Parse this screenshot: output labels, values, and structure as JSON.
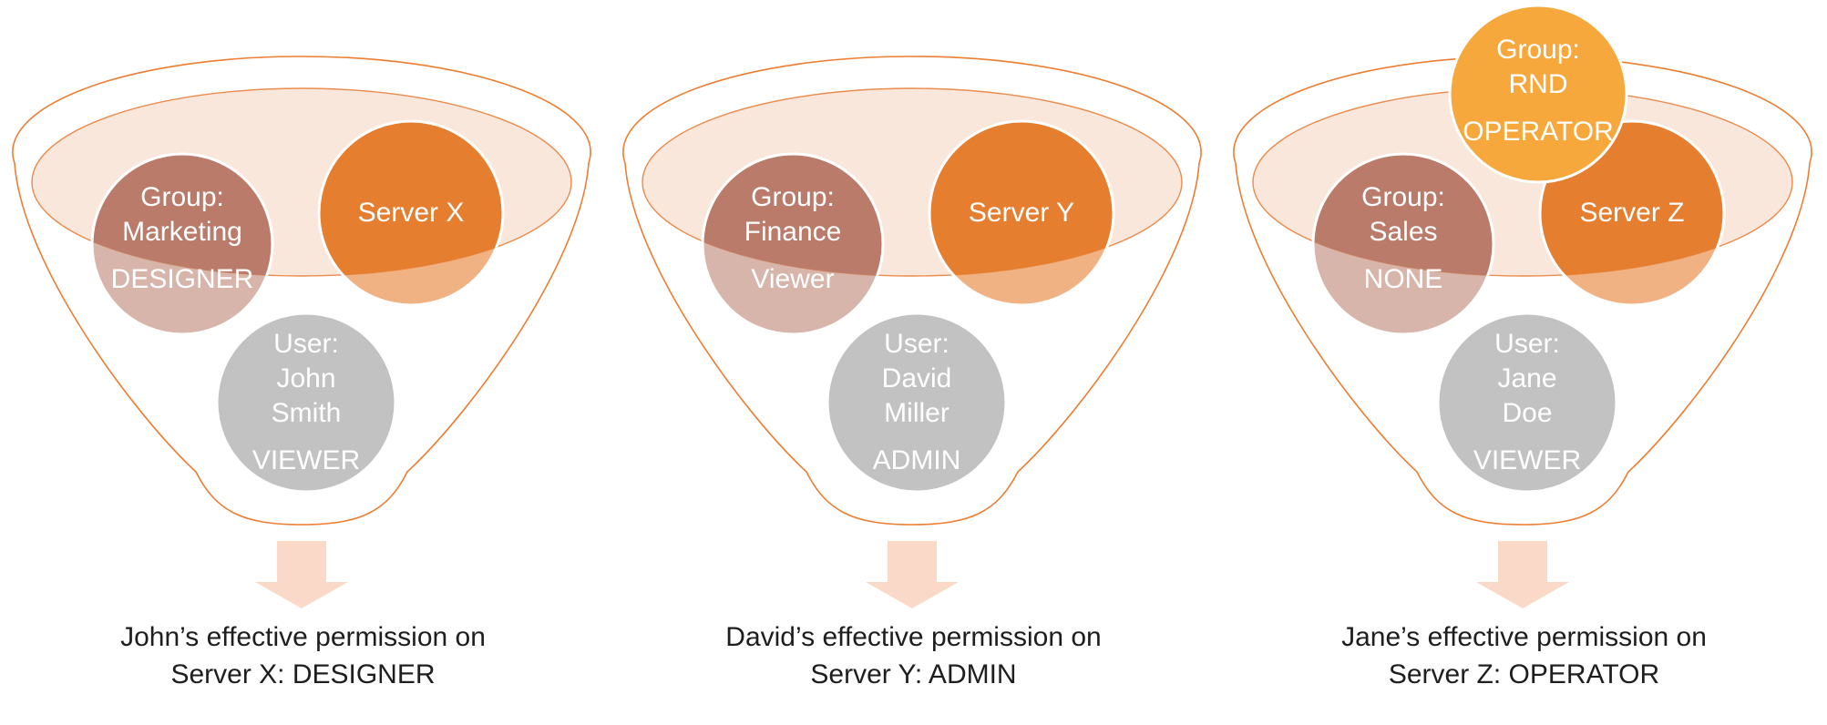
{
  "page": {
    "background": "#FFFFFF",
    "description_colors": {
      "funnel_outline": "#ED7D31",
      "liquid_outline": "#EA8C4D",
      "liquid_fill": "#FAE7DB",
      "group_circle": "#BA7B6A",
      "server_circle": "#E67E30",
      "user_circle": "#C2C2C2",
      "extra_group_circle": "#F6A83D",
      "arrow_fill": "#FAD9C8",
      "caption_text": "#1E1E1E",
      "circle_text": "#FFFFFF"
    }
  },
  "colors": {
    "funnel_outline": "#ED7D31",
    "liquid_outline": "#EA8C4D",
    "liquid_fill": "#FAE7DB",
    "group_circle": "#BA7B6A",
    "server_circle": "#E67E30",
    "user_circle": "#C2C2C2",
    "extra_group_circle": "#F6A83D",
    "arrow_fill": "#FAD9C8"
  },
  "funnels": [
    {
      "group": {
        "line1": "Group:",
        "line2": "Marketing",
        "role": "DESIGNER"
      },
      "server": {
        "label": "Server X"
      },
      "user": {
        "line1": "User:",
        "line2": "John",
        "line3": "Smith",
        "role": "VIEWER"
      },
      "caption": {
        "line1": "John’s effective permission on",
        "line2": "Server X: DESIGNER"
      }
    },
    {
      "group": {
        "line1": "Group:",
        "line2": "Finance",
        "role": "Viewer"
      },
      "server": {
        "label": "Server Y"
      },
      "user": {
        "line1": "User:",
        "line2": "David",
        "line3": "Miller",
        "role": "ADMIN"
      },
      "caption": {
        "line1": "David’s effective permission on",
        "line2": "Server Y: ADMIN"
      }
    },
    {
      "extra_group": {
        "line1": "Group:",
        "line2": "RND",
        "role": "OPERATOR"
      },
      "group": {
        "line1": "Group:",
        "line2": "Sales",
        "role": "NONE"
      },
      "server": {
        "label": "Server Z"
      },
      "user": {
        "line1": "User:",
        "line2": "Jane",
        "line3": "Doe",
        "role": "VIEWER"
      },
      "caption": {
        "line1": "Jane’s effective permission on",
        "line2": "Server Z: OPERATOR"
      }
    }
  ]
}
